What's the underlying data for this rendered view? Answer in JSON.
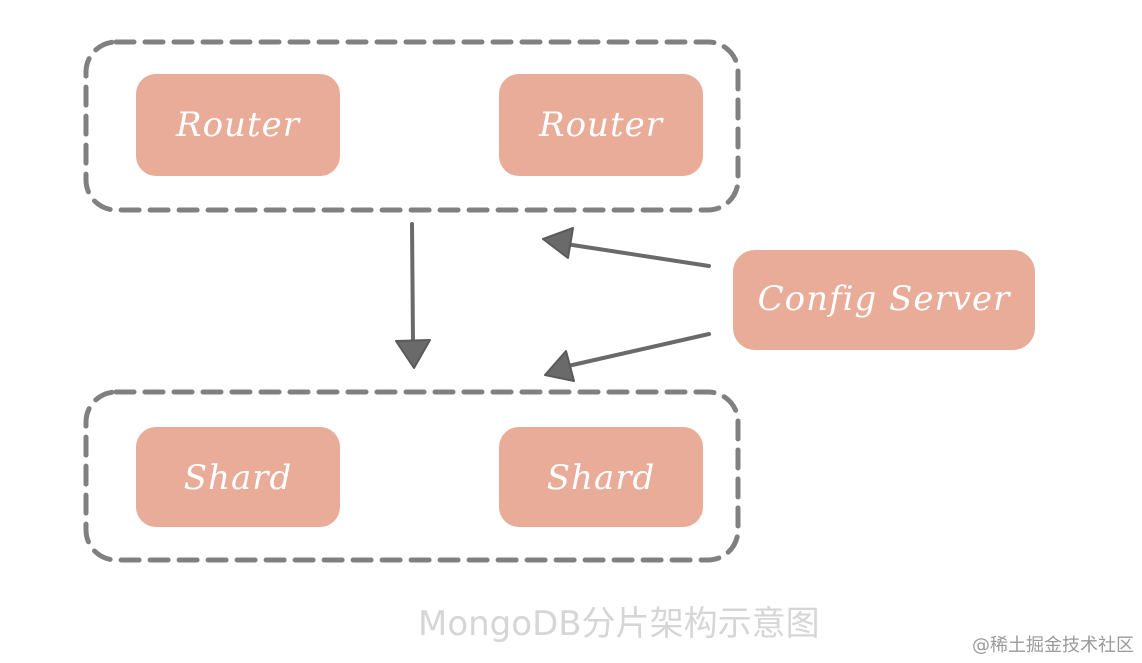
{
  "groups": {
    "routers": {
      "nodes": [
        {
          "label": "Router"
        },
        {
          "label": "Router"
        }
      ]
    },
    "shards": {
      "nodes": [
        {
          "label": "Shard"
        },
        {
          "label": "Shard"
        }
      ]
    }
  },
  "config_server": {
    "label": "Config Server"
  },
  "caption": "MongoDB分片架构示意图",
  "watermark": "@稀土掘金技术社区",
  "colors": {
    "node_fill": "#e8ac99",
    "node_text": "#ffffff",
    "dashed_border": "#808080",
    "arrow": "#6a6a6a",
    "caption": "#d6d6d6"
  },
  "edges": [
    {
      "from": "routers",
      "to": "shards"
    },
    {
      "from": "config_server",
      "to": "routers"
    },
    {
      "from": "config_server",
      "to": "shards"
    }
  ]
}
